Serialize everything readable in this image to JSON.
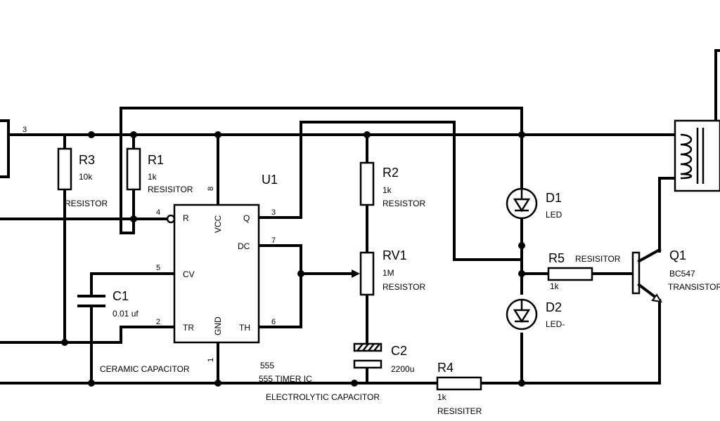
{
  "ic": {
    "ref": "U1",
    "caption_1": "555",
    "caption_2": "555 TIMER IC",
    "pins": {
      "r": "R",
      "vcc": "VCC",
      "q": "Q",
      "dc": "DC",
      "cv": "CV",
      "tr": "TR",
      "gnd": "GND",
      "th": "TH"
    },
    "pin_numbers": {
      "r": "4",
      "vcc": "8",
      "q": "3",
      "dc": "7",
      "cv": "5",
      "tr": "2",
      "gnd": "1",
      "th": "6"
    }
  },
  "left_pin_number": "3",
  "components": {
    "r1": {
      "ref": "R1",
      "value": "1k",
      "type": "RESISITOR"
    },
    "r2": {
      "ref": "R2",
      "value": "1k",
      "type": "RESISTOR"
    },
    "r3": {
      "ref": "R3",
      "value": "10k",
      "type": "RESISTOR"
    },
    "r4": {
      "ref": "R4",
      "value": "1k",
      "type": "RESISITER"
    },
    "r5": {
      "ref": "R5",
      "value": "1k",
      "type": "RESISITOR"
    },
    "rv1": {
      "ref": "RV1",
      "value": "1M",
      "type": "RESISTOR"
    },
    "c1": {
      "ref": "C1",
      "value": "0.01 uf",
      "type": "CERAMIC CAPACITOR"
    },
    "c2": {
      "ref": "C2",
      "value": "2200u",
      "type": "ELECTROLYTIC CAPACITOR"
    },
    "d1": {
      "ref": "D1",
      "type": "LED"
    },
    "d2": {
      "ref": "D2",
      "type": "LED-"
    },
    "q1": {
      "ref": "Q1",
      "value": "BC547",
      "type": "TRANSISTOR"
    }
  }
}
